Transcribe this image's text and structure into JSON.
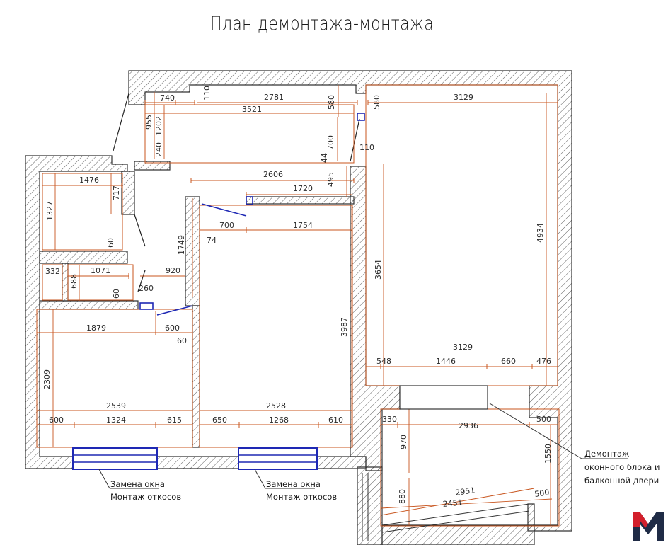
{
  "title": "План демонтажа-монтажа",
  "dims": {
    "d740": "740",
    "d110a": "110",
    "d2781": "2781",
    "d580a": "580",
    "d580b": "580",
    "d3129a": "3129",
    "d3521": "3521",
    "d955": "955",
    "d1202": "1202",
    "d240": "240",
    "d700a": "700",
    "d44": "44",
    "d110b": "110",
    "d495": "495",
    "d2606": "2606",
    "d1720": "1720",
    "d1476": "1476",
    "d717": "717",
    "d1327": "1327",
    "d700b": "700",
    "d1754": "1754",
    "d74": "74",
    "d1749": "1749",
    "d4934": "4934",
    "d60a": "60",
    "d332": "332",
    "d1071": "1071",
    "d920": "920",
    "d688": "688",
    "d60b": "60",
    "d260": "260",
    "d3654": "3654",
    "d1879": "1879",
    "d600a": "600",
    "d60c": "60",
    "d3987": "3987",
    "d3129b": "3129",
    "d548": "548",
    "d1446": "1446",
    "d660": "660",
    "d476": "476",
    "d2309": "2309",
    "d2539": "2539",
    "d2528": "2528",
    "d600b": "600",
    "d1324": "1324",
    "d615": "615",
    "d650": "650",
    "d1268": "1268",
    "d610": "610",
    "d330": "330",
    "d2936": "2936",
    "d500a": "500",
    "d970": "970",
    "d1550": "1550",
    "d880": "880",
    "d2951": "2951",
    "d500b": "500",
    "d2451": "2451"
  },
  "notes": {
    "window1_line1": "Замена окна",
    "window1_line2": "Монтаж откосов",
    "window2_line1": "Замена окна",
    "window2_line2": "Монтаж откосов",
    "balcony_line1": "Демонтаж",
    "balcony_line2": "оконного блока и",
    "balcony_line3": "балконной двери"
  },
  "colors": {
    "dimension": "#c8551e",
    "wall": "#333333",
    "window": "#1e28b4",
    "logo_red": "#d21f2b",
    "logo_navy": "#1f2b46"
  },
  "logo": {
    "letter": "M"
  }
}
